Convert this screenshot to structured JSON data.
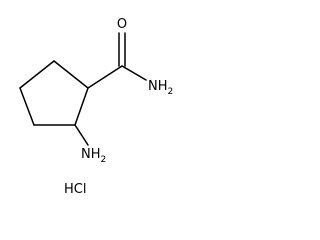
{
  "molecule": {
    "labels": {
      "oxygen": "O",
      "amide_nh2": "NH",
      "amide_nh2_sub": "2",
      "amine_nh2": "NH",
      "amine_nh2_sub": "2",
      "salt": "HCl"
    }
  }
}
